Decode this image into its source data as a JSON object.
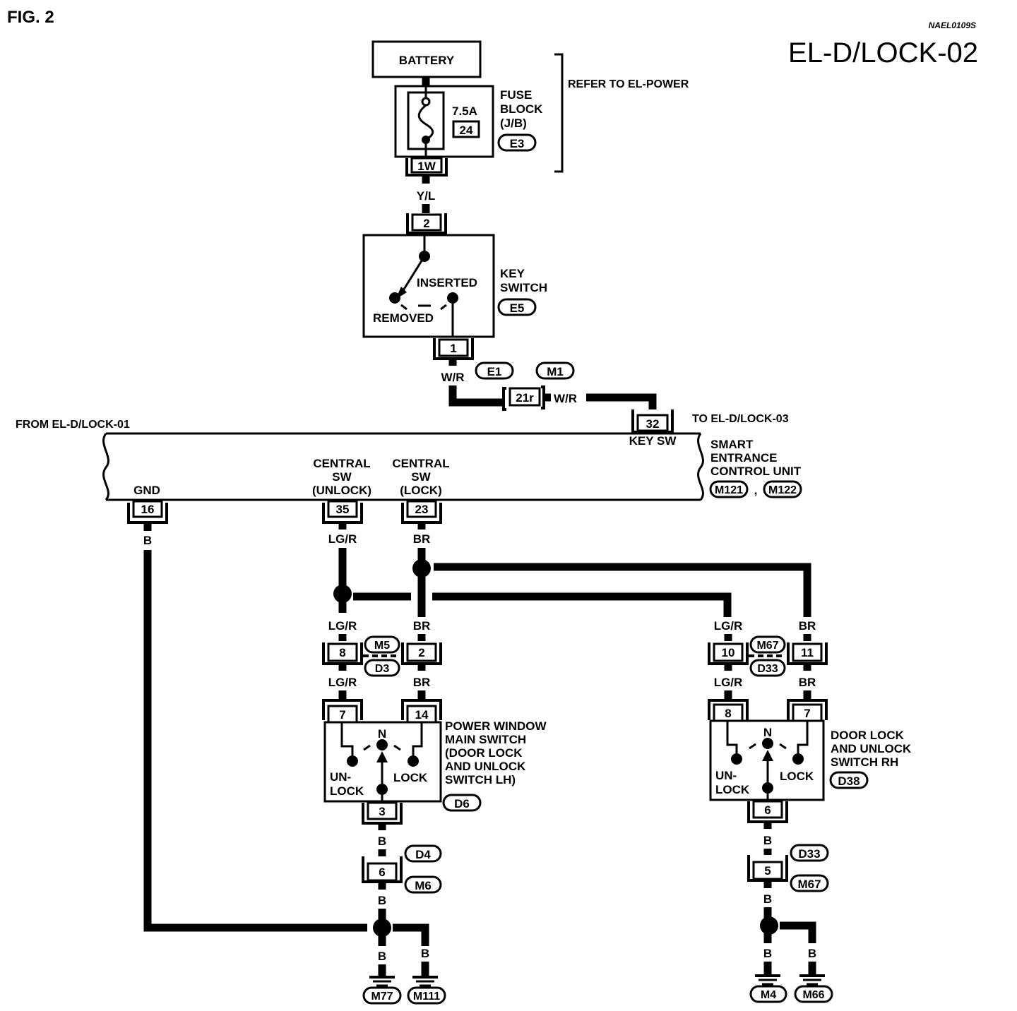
{
  "header": {
    "fig": "FIG. 2",
    "code": "NAEL0109S",
    "page_title": "EL-D/LOCK-02"
  },
  "battery": {
    "label": "BATTERY"
  },
  "fuse_block": {
    "amps": "7.5A",
    "fuse_no": "24",
    "line1": "FUSE",
    "line2": "BLOCK",
    "line3": "(J/B)",
    "connector": "E3",
    "terminal": "1W"
  },
  "refer": "REFER TO EL-POWER",
  "key_switch": {
    "terminal_in": "2",
    "terminal_out": "1",
    "inserted": "INSERTED",
    "removed": "REMOVED",
    "line1": "KEY",
    "line2": "SWITCH",
    "connector": "E5"
  },
  "wires": {
    "yl": "Y/L",
    "wr": "W/R",
    "wr2": "W/R",
    "b_gnd": "B",
    "lgr_top": "LG/R",
    "br_top": "BR",
    "lgr_lh1": "LG/R",
    "br_lh1": "BR",
    "lgr_lh2": "LG/R",
    "br_lh2": "BR",
    "lgr_rh1": "LG/R",
    "br_rh1": "BR",
    "lgr_rh2": "LG/R",
    "br_rh2": "BR",
    "b_lh1": "B",
    "b_lh2": "B",
    "b_lh3": "B",
    "b_lh4": "B",
    "b_rh1": "B",
    "b_rh2": "B",
    "b_rh3": "B",
    "b_rh4": "B"
  },
  "joint": {
    "e1": "E1",
    "m1": "M1",
    "terminal": "21r"
  },
  "from_label": "FROM EL-D/LOCK-01",
  "to_label": "TO EL-D/LOCK-03",
  "control_unit": {
    "line1": "SMART",
    "line2": "ENTRANCE",
    "line3": "CONTROL UNIT",
    "conn1": "M121",
    "sep": ",",
    "conn2": "M122",
    "key_sw_terminal": "32",
    "key_sw_label": "KEY SW",
    "gnd_label": "GND",
    "gnd_terminal": "16",
    "unlock_l1": "CENTRAL",
    "unlock_l2": "SW",
    "unlock_l3": "(UNLOCK)",
    "unlock_terminal": "35",
    "lock_l1": "CENTRAL",
    "lock_l2": "SW",
    "lock_l3": "(LOCK)",
    "lock_terminal": "23"
  },
  "lh_connector": {
    "pin_a": "8",
    "pin_b": "2",
    "conn_top": "M5",
    "conn_bot": "D3"
  },
  "rh_connector": {
    "pin_a": "10",
    "pin_b": "11",
    "conn_top": "M67",
    "conn_bot": "D33"
  },
  "lh_switch": {
    "pin_unlock": "7",
    "pin_lock": "14",
    "pin_gnd": "3",
    "n": "N",
    "unlock1": "UN-",
    "unlock2": "LOCK",
    "lock": "LOCK",
    "title": [
      "POWER WINDOW",
      "MAIN SWITCH",
      "(DOOR LOCK",
      "AND UNLOCK",
      "SWITCH LH)"
    ],
    "connector": "D6"
  },
  "rh_switch": {
    "pin_unlock": "8",
    "pin_lock": "7",
    "pin_gnd": "6",
    "n": "N",
    "unlock1": "UN-",
    "unlock2": "LOCK",
    "lock": "LOCK",
    "title": [
      "DOOR LOCK",
      "AND UNLOCK",
      "SWITCH RH"
    ],
    "connector": "D38"
  },
  "lh_ground_conn": {
    "pin": "6",
    "conn_top": "D4",
    "conn_bot": "M6"
  },
  "rh_ground_conn": {
    "pin": "5",
    "conn_top": "D33",
    "conn_bot": "M67"
  },
  "grounds": {
    "g1": "M77",
    "g2": "M111",
    "g3": "M4",
    "g4": "M66"
  }
}
